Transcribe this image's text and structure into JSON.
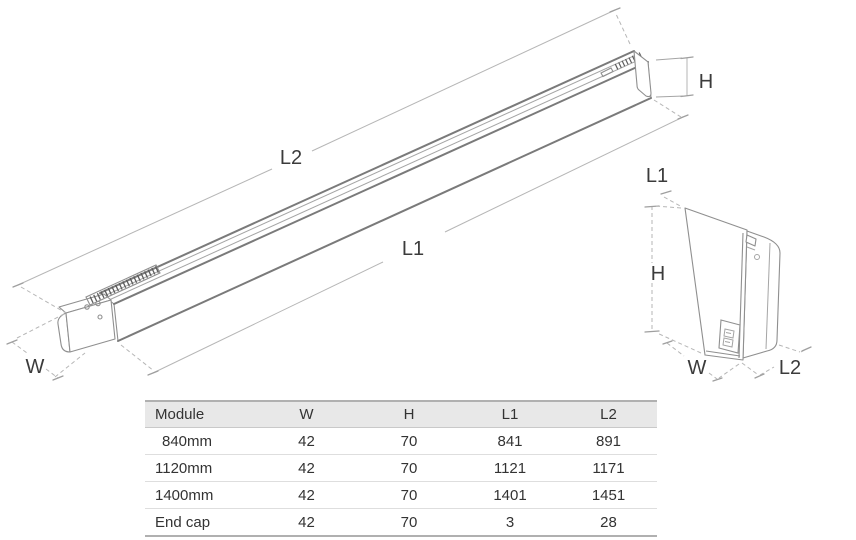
{
  "diagram": {
    "main_view": {
      "l2_label": "L2",
      "l1_label": "L1",
      "h_label": "H",
      "w_label": "W"
    },
    "end_cap_view": {
      "l1_label": "L1",
      "h_label": "H",
      "w_label": "W",
      "l2_label": "L2"
    }
  },
  "table": {
    "columns": [
      "Module",
      "W",
      "H",
      "L1",
      "L2"
    ],
    "rows": [
      [
        "840mm",
        "42",
        "70",
        "841",
        "891"
      ],
      [
        "1120mm",
        "42",
        "70",
        "1121",
        "1171"
      ],
      [
        "1400mm",
        "42",
        "70",
        "1401",
        "1451"
      ],
      [
        "End cap",
        "42",
        "70",
        "3",
        "28"
      ]
    ]
  },
  "colors": {
    "page_bg": "#ffffff",
    "line": "#8f8f8f",
    "line_strong": "#7a7a7a",
    "line_soft": "#a5a5a5",
    "dim": "#b6b6b6",
    "hatch": "#5c5c5c",
    "label": "#3b3b3b",
    "table_text": "#333333",
    "table_header_bg": "#e8e8e8",
    "table_border": "#b0b0b0",
    "header_border": "#c9c9c9",
    "row_border": "#dedede"
  }
}
